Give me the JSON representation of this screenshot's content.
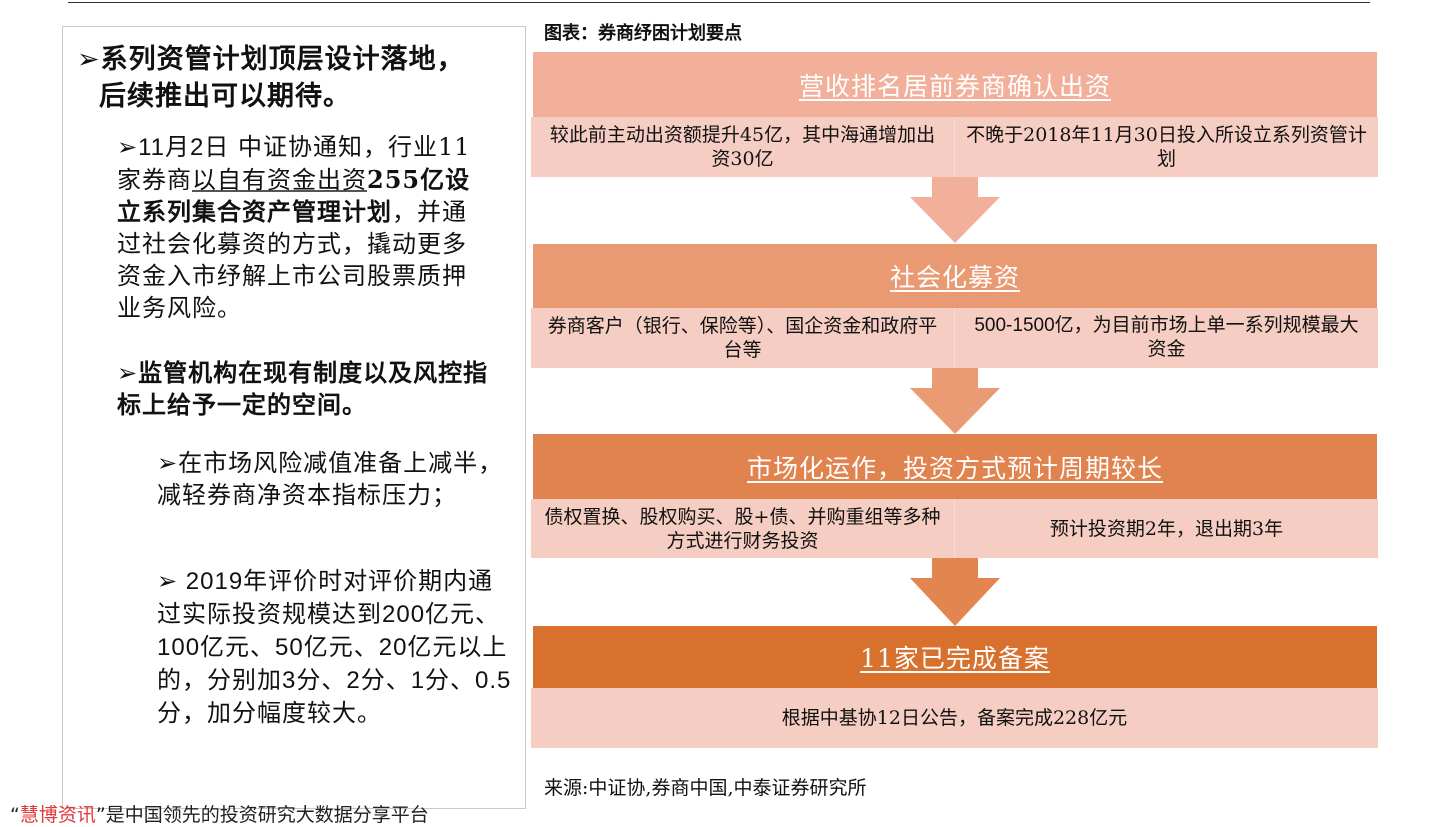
{
  "left_panel": {
    "heading": {
      "bullet": "➢",
      "line1": "系列资管计划顶层设计落地，",
      "line2": "后续推出可以期待。"
    },
    "point1": {
      "bullet": "➢",
      "date_text": "11月2日",
      "part1": " 中证协通知，行业11家券商",
      "underlined": "以自有资金出资",
      "bold_amount": "255亿设立系列集合资产管理计划",
      "part2": "，并通过社会化募资的方式，撬动更多资金入市纾解上市公司股票质押业务风险。"
    },
    "point2": {
      "bullet": "➢",
      "text": "监管机构在现有制度以及风控指标上给予一定的空间。"
    },
    "sub_point1": {
      "bullet": "➢",
      "text": "在市场风险减值准备上减半，减轻券商净资本指标压力；"
    },
    "sub_point2": {
      "bullet": "➢",
      "text": " 2019年评价时对评价期内通过实际投资规模达到200亿元、100亿元、50亿元、20亿元以上的，分别加3分、2分、1分、0.5分，加分幅度较大。"
    }
  },
  "figure": {
    "caption": "图表：券商纾困计划要点",
    "steps": [
      {
        "title": "营收排名居前券商确认出资",
        "color": "#f2b09a",
        "cells": [
          "较此前主动出资额提升45亿，其中海通增加出资30亿",
          "不晚于2018年11月30日投入所设立系列资管计划"
        ]
      },
      {
        "title": "社会化募资",
        "color": "#ea9a73",
        "cells": [
          "券商客户（银行、保险等）、国企资金和政府平台等",
          "500-1500亿，为目前市场上单一系列规模最大资金"
        ]
      },
      {
        "title": "市场化运作，投资方式预计周期较长",
        "color": "#e0834f",
        "cells": [
          "债权置换、股权购买、股+债、并购重组等多种方式进行财务投资",
          "预计投资期2年，退出期3年"
        ]
      },
      {
        "title": "11家已完成备案",
        "color": "#d8702e",
        "cells": [
          "根据中基协12日公告，备案完成228亿元"
        ]
      }
    ],
    "arrow_colors": [
      "#f2b09a",
      "#eb9b74",
      "#e3854f"
    ],
    "source": "来源:中证协,券商中国,中泰证券研究所"
  },
  "footer": {
    "open_quote": "“",
    "brand": "慧博资讯",
    "rest": "”是中国领先的投资研究大数据分享平台"
  }
}
